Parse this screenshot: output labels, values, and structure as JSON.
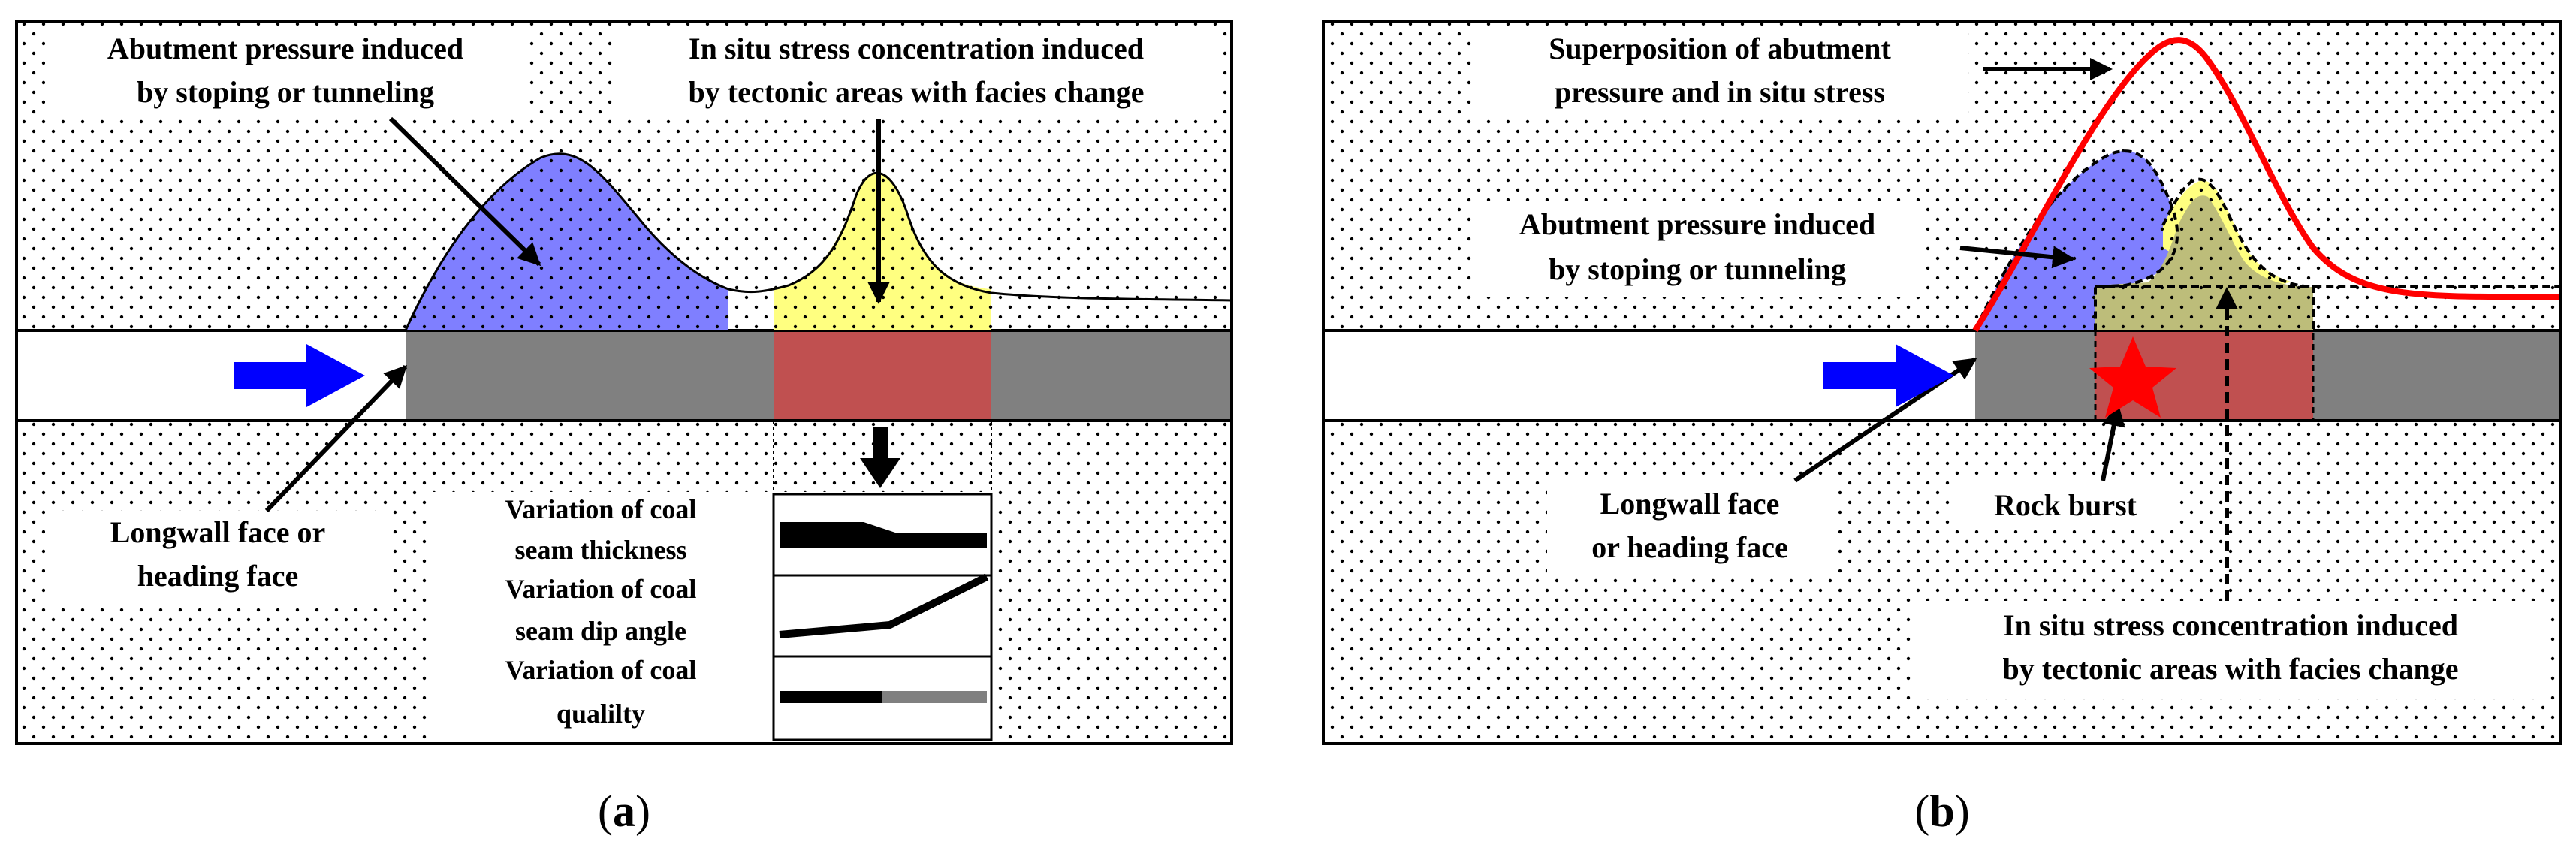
{
  "panel_a": {
    "label_abutment": [
      "Abutment pressure induced",
      "by stoping or tunneling"
    ],
    "label_insitu": [
      "In situ stress concentration induced",
      "by tectonic areas with facies change"
    ],
    "label_longwall": [
      "Longwall face or",
      "heading face"
    ],
    "variation_thickness": [
      "Variation of coal",
      "seam thickness"
    ],
    "variation_dip": [
      "Variation of coal",
      "seam dip angle"
    ],
    "variation_quality": [
      "Variation of coal",
      "qualilty"
    ],
    "caption_open": "(",
    "caption_letter": "a",
    "caption_close": ")"
  },
  "panel_b": {
    "label_superposition": [
      "Superposition of abutment",
      "pressure and in situ stress"
    ],
    "label_abutment": [
      "Abutment pressure induced",
      "by stoping or tunneling"
    ],
    "label_longwall": [
      "Longwall face",
      "or heading face"
    ],
    "label_rockburst": "Rock burst",
    "label_insitu": [
      "In situ stress concentration induced",
      "by tectonic areas with facies change"
    ],
    "caption_open": "(",
    "caption_letter": "b",
    "caption_close": ")"
  },
  "colors": {
    "abutment_fill": "#7f7fff",
    "insitu_fill": "#ffff80",
    "overlap_fill": "#bdbd7a",
    "coal_seam": "#808080",
    "stress_zone": "#c05050",
    "arrow_blue": "#0000ff",
    "superposition_curve": "#ff0000",
    "rock_burst_star": "#ff0000"
  },
  "icons": {
    "advance_arrow": "blue-right-arrow-icon",
    "rock_burst": "red-star-icon"
  }
}
